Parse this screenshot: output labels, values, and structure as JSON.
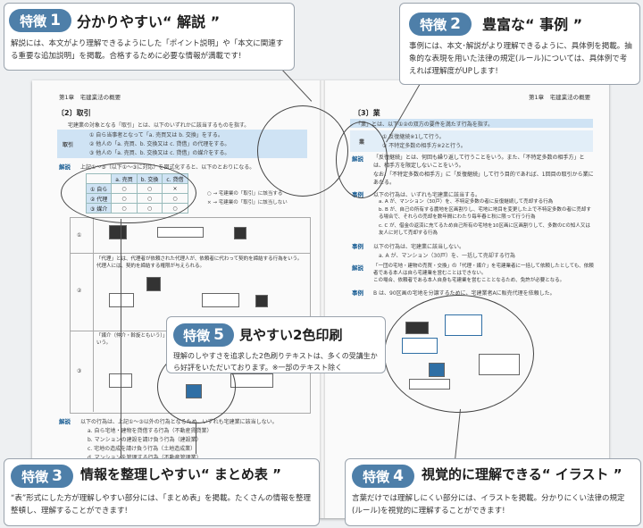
{
  "book": {
    "left_header": "第1章　宅建業法の概要",
    "right_header": "第1章　宅建業法の概要",
    "left_section": "〔2〕取引",
    "right_section": "〔3〕業",
    "left_lead": "宅建業の対象となる「取引」とは、以下のいずれかに該当するものを指す。",
    "left_box_label": "取引",
    "left_box_items": [
      "① 自ら当事者となって「a. 売買又は b. 交換」をする。",
      "② 他人の「a. 売買、b. 交換又は c. 貸借」の代理をする。",
      "③ 他人の「a. 売買、b. 交換又は c. 貸借」の媒介をする。"
    ],
    "left_kaisetsu1": "上記①～③（以下①～③に対応）を図式化すると、以下のとおりになる。",
    "summary_table": {
      "headers": [
        "",
        "a. 売買",
        "b. 交換",
        "c. 貸借"
      ],
      "rows": [
        [
          "① 自ら",
          "○",
          "○",
          "×"
        ],
        [
          "② 代理",
          "○",
          "○",
          "○"
        ],
        [
          "③ 媒介",
          "○",
          "○",
          "○"
        ]
      ],
      "legend": [
        "○ → 宅建業の「取引」に該当する",
        "× → 宅建業の「取引」に該当しない"
      ]
    },
    "diagram_rows": [
      "①",
      "②",
      "③"
    ],
    "diagram_note_2": "「代理」とは、代理者が依頼された代理人が、依頼者に代わって契約を締結する行為をいう。代理人には、契約を締結する権限が与えられる。",
    "diagram_note_3": "「媒介（仲介・斡旋ともいう）」とは、当事者の間に立って契約の成立に向けて尽力することをいう。",
    "left_kaisetsu2": "以下の行為は、上記①～③以外の行為となるため、いずれも宅建業に該当しない。",
    "left_list": [
      "a. 自ら宅地・建物を貸借する行為（不動産賃貸業）",
      "b. マンションの建設を請け負う行為（建設業）",
      "c. 宅地の造成を請け負う行為（土地造成業）",
      "d. マンションを管理する行為（不動産管理業）"
    ],
    "right_lead": "「業」とは、以下①②の双方の要件を満たす行為を指す。",
    "right_box_label": "業",
    "right_box_items": [
      "① 反復継続※1して行う。",
      "② 不特定多数の相手方※2と行う。"
    ],
    "right_kaisetsu1": "「反復継続」とは、何回も繰り返して行うことをいう。また、「不特定多数の相手方」とは、相手方を限定しないことをいう。",
    "right_note1": "なお、「不特定多数の相手方」に「反復継続」して行う目的であれば、1回目の取引から業にあたる。",
    "right_jirei1": "以下の行為は、いずれも宅建業に該当する。",
    "right_jirei1_items": [
      "a. A が、マンション（30戸）を、不特定多数の者に反復継続して売却する行為",
      "b. B が、自己の所有する農地を区画割りし、宅地に地目を変更した上で不特定多数の者に売却する場合で、それらの売却を数年間にわたり毎年春と秋に限って行う行為",
      "c. C が、借金の返済に充てるため自己所有の宅地を10区画に区画割りして、多数のCの知人又は友人に対して売却する行為"
    ],
    "right_jirei2": "以下の行為は、宅建業に該当しない。",
    "right_jirei2_items": [
      "a. A が、マンション（30戸）を、一括して売却する行為"
    ],
    "right_kaisetsu2": "「一団の宅地・建物の売買・交換」の「代理・媒介」を宅建業者に一括して依頼したとしても、依頼者である本人は自ら宅建業を営むことはできない。",
    "right_kaisetsu2b": "この場合、依頼者である本人自身も宅建業を営むこととなるため、免許が必要となる。",
    "right_jirei3": "B は、90区画の宅地を分譲するために、宅建業者Aに販売代理を依頼した。",
    "kaisetsu_tag": "解説",
    "jirei_tag": "事例"
  },
  "callouts": [
    {
      "number": "1",
      "label": "特徴",
      "title": "分かりやすい“ 解説 ”",
      "body": "解説には、本文がより理解できるようにした「ポイント説明」や「本文に関連する重要な追加説明」を掲載。合格するために必要な情報が満載です!"
    },
    {
      "number": "2",
      "label": "特徴",
      "title": "豊富な“ 事例 ”",
      "body": "事例には、本文･解説がより理解できるように、具体例を掲載。抽象的な表現を用いた法律の規定(ルール)については、具体例で考えれば理解度がUPします!"
    },
    {
      "number": "3",
      "label": "特徴",
      "title": "情報を整理しやすい“ まとめ表 ”",
      "body": "“表”形式にした方が理解しやすい部分には、「まとめ表」を掲載。たくさんの情報を整理整頓し、理解することができます!"
    },
    {
      "number": "4",
      "label": "特徴",
      "title": "視覚的に理解できる“ イラスト ”",
      "body": "言葉だけでは理解しにくい部分には、イラストを掲載。分かりにくい法律の規定(ルール)を視覚的に理解することができます!"
    },
    {
      "number": "5",
      "label": "特徴",
      "title": "見やすい2色印刷",
      "body": "理解のしやすさを追求した2色刷りテキストは、多くの受講生から好評をいただいております。※一部のテキスト除く"
    }
  ],
  "colors": {
    "accent_blue": "#4e7fa9",
    "table_blue": "#cfe3f4",
    "callout_border": "#9aa3ad"
  }
}
